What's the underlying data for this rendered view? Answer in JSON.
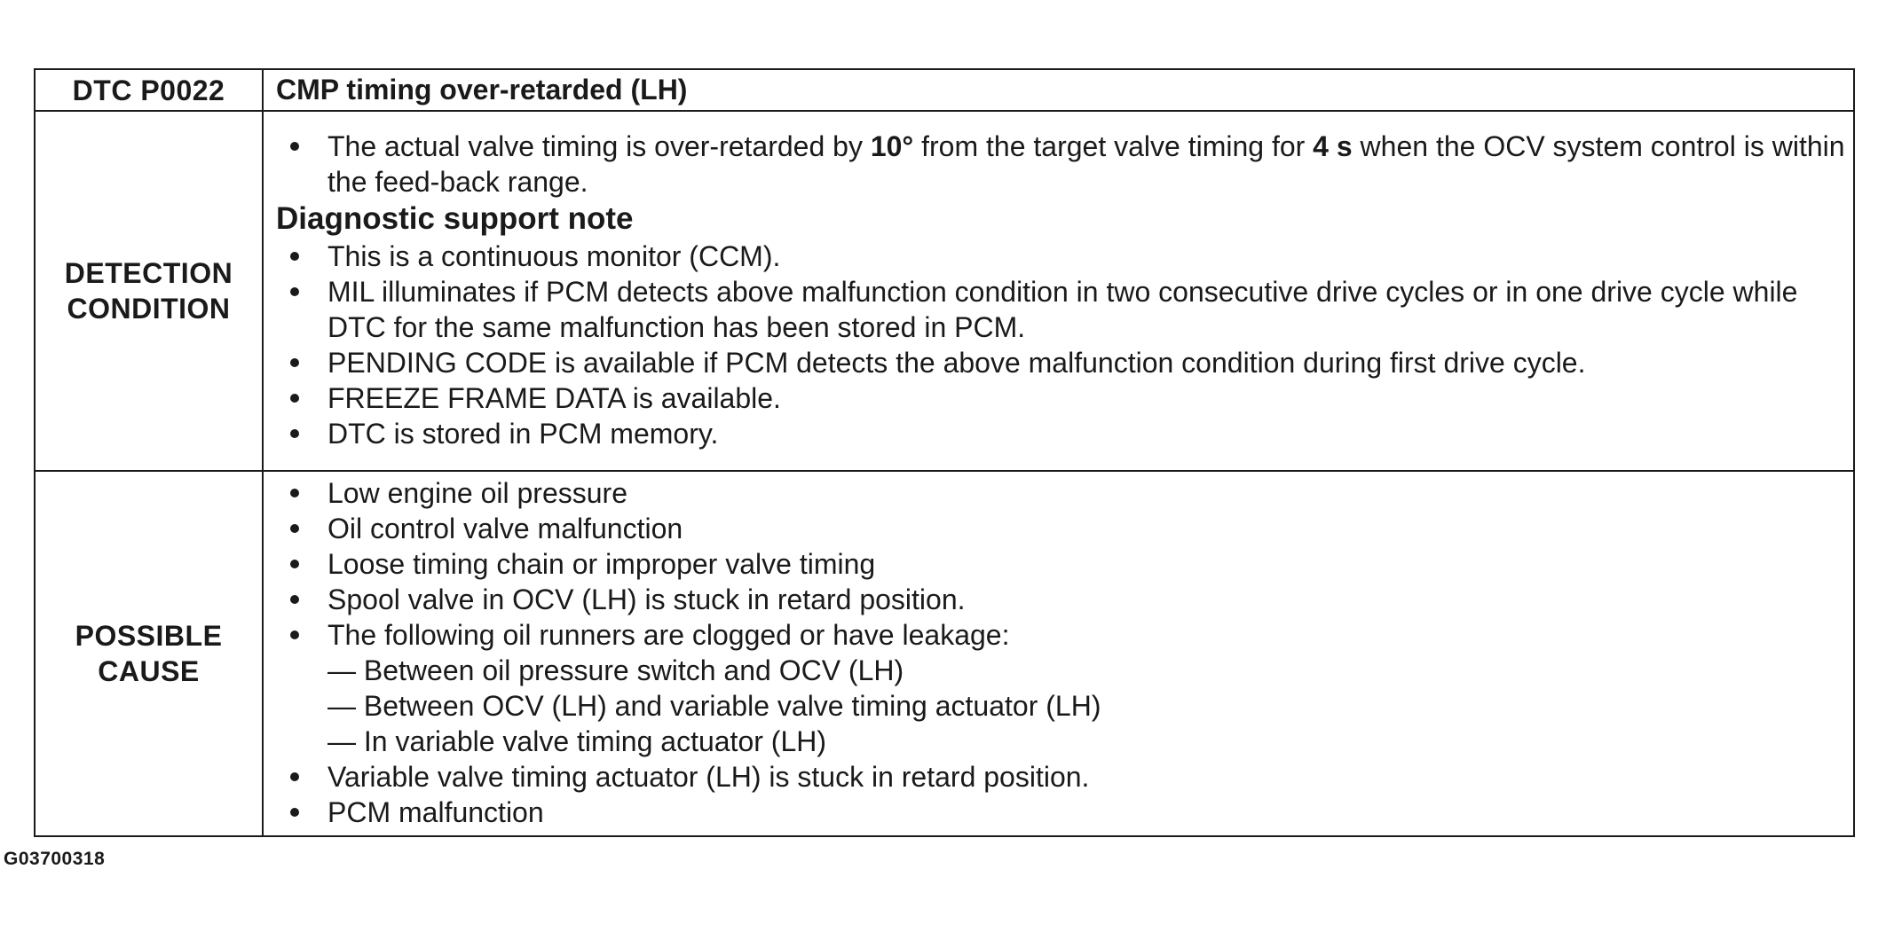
{
  "header": {
    "code": "DTC P0022",
    "title": "CMP timing over-retarded (LH)"
  },
  "detection": {
    "label_line1": "DETECTION",
    "label_line2": "CONDITION",
    "condition": {
      "text_before_angle": "The actual valve timing is over-retarded by ",
      "angle": "10°",
      "text_before_time": " from the target valve timing for ",
      "time": "4 s",
      "text_after": " when the OCV system control is within the feed-back range."
    },
    "support_heading": "Diagnostic support note",
    "notes": [
      "This is a continuous monitor (CCM).",
      "MIL illuminates if PCM detects above malfunction condition in two consecutive drive cycles or in one drive cycle while DTC for the same malfunction has been stored in PCM.",
      "PENDING CODE is available if PCM detects the above malfunction condition during first drive cycle.",
      "FREEZE FRAME DATA is available.",
      "DTC is stored in PCM memory."
    ]
  },
  "cause": {
    "label_line1": "POSSIBLE",
    "label_line2": "CAUSE",
    "items": [
      "Low engine oil pressure",
      "Oil control valve malfunction",
      "Loose timing chain or improper valve timing",
      "Spool valve in OCV (LH) is stuck in retard position.",
      "The following oil runners are clogged or have leakage:"
    ],
    "sub_items": [
      "— Between oil pressure switch and OCV (LH)",
      "— Between OCV (LH) and variable valve timing actuator (LH)",
      "— In variable valve timing actuator (LH)"
    ],
    "items_after": [
      "Variable valve timing actuator (LH) is stuck in retard position.",
      "PCM malfunction"
    ]
  },
  "figure_id": "G03700318"
}
